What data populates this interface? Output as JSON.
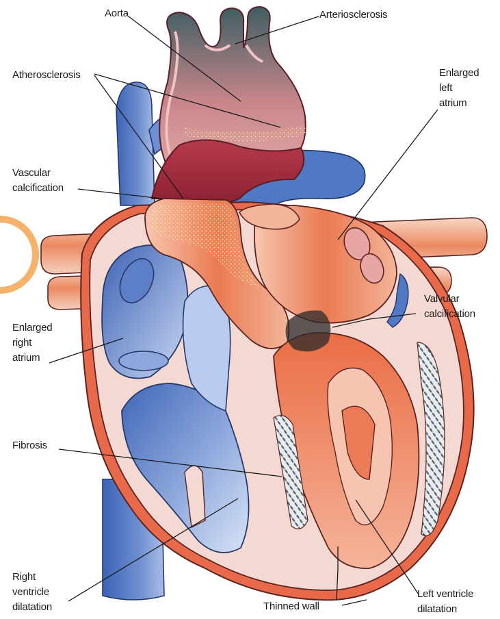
{
  "labels": {
    "aorta": "Aorta",
    "arteriosclerosis": "Arteriosclerosis",
    "atherosclerosis": "Atherosclerosis",
    "enlarged_left_atrium": "Enlarged\nleft\natrium",
    "vascular_calcification": "Vascular\ncalcification",
    "valvular_calcification": "Valvular\ncalcification",
    "enlarged_right_atrium": "Enlarged\nright\natrium",
    "fibrosis": "Fibrosis",
    "right_ventricle_dilatation": "Right\nventricle\ndilatation",
    "thinned_wall": "Thinned wall",
    "left_ventricle_dilatation": "Left ventricle\ndilatation"
  },
  "colors": {
    "highlight_ring": "#f5b26b",
    "vein_blue": "#4f79c4",
    "artery_red": "#c9454f",
    "myocardium": "#f4d8d2",
    "outer_wall": "#e86a4a"
  }
}
